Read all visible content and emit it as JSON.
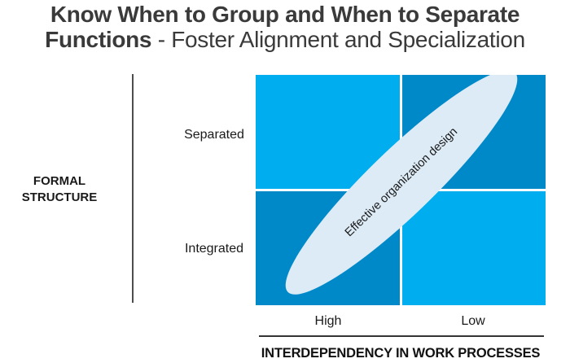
{
  "title": {
    "line1": "Know When to Group and When to Separate",
    "line2_bold": "Functions",
    "line2_rest": " - Foster Alignment and Specialization"
  },
  "y_axis": {
    "title_line1": "FORMAL",
    "title_line2": "STRUCTURE",
    "row_labels": [
      "Separated",
      "Integrated"
    ]
  },
  "x_axis": {
    "title": "INTERDEPENDENCY IN WORK PROCESSES",
    "col_labels": [
      "High",
      "Low"
    ]
  },
  "matrix": {
    "ellipse_label": "Effective organization design"
  },
  "colors": {
    "quadrant_light": "#00AEEF",
    "quadrant_dark": "#0089C8",
    "ellipse_fill": "#DCEBF6",
    "title_text": "#3A3A3A",
    "axis_line": "#4D4D4D"
  },
  "chart_data": {
    "type": "matrix-2x2",
    "title": "Know When to Group and When to Separate Functions - Foster Alignment and Specialization",
    "x_axis": {
      "label": "INTERDEPENDENCY IN WORK PROCESSES",
      "categories": [
        "High",
        "Low"
      ]
    },
    "y_axis": {
      "label": "FORMAL STRUCTURE",
      "categories": [
        "Separated",
        "Integrated"
      ]
    },
    "annotation": "Effective organization design",
    "annotation_shape": "diagonal ellipse running from the High/Integrated quadrant up to the Low/Separated quadrant",
    "quadrant_shading": {
      "separated_high": "light",
      "separated_low": "dark",
      "integrated_high": "dark",
      "integrated_low": "light"
    }
  }
}
